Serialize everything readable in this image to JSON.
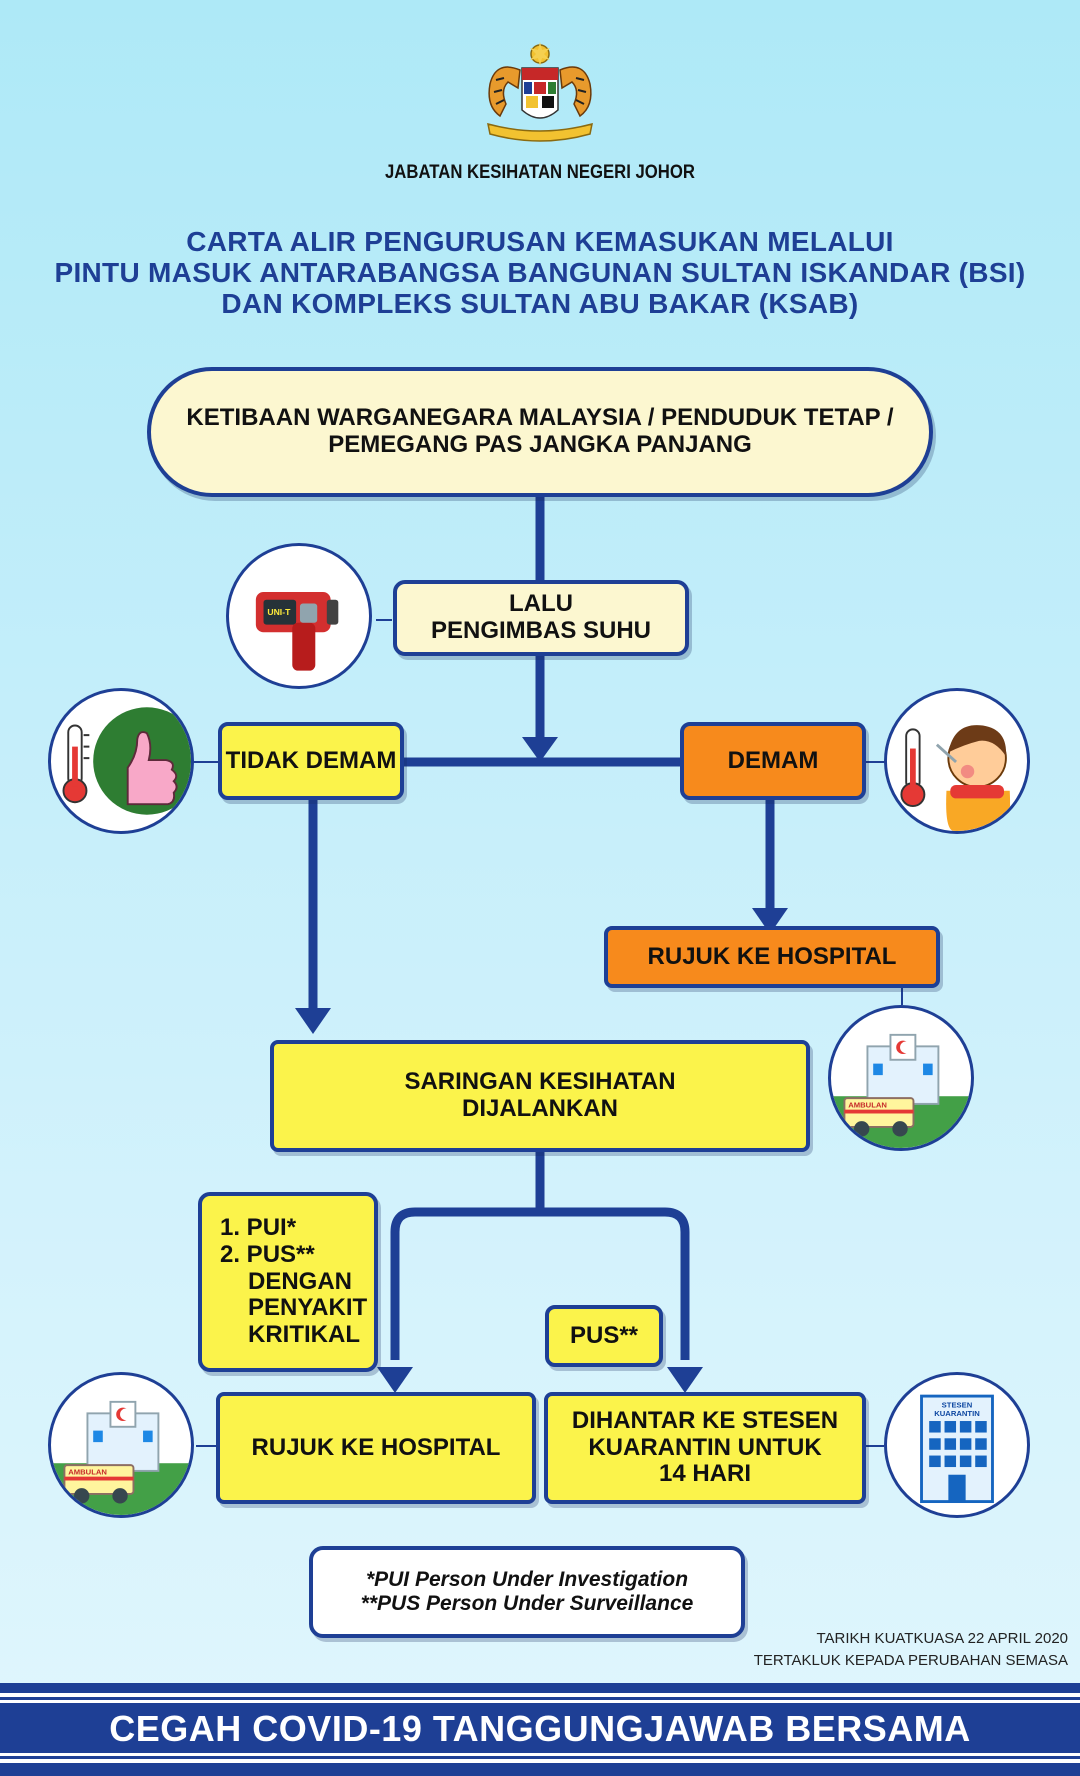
{
  "header": {
    "org_name": "JABATAN KESIHATAN NEGERI JOHOR",
    "title_lines": [
      "CARTA ALIR PENGURUSAN KEMASUKAN MELALUI",
      "PINTU MASUK ANTARABANGSA BANGUNAN SULTAN ISKANDAR (BSI)",
      "DAN KOMPLEKS SULTAN ABU BAKAR (KSAB)"
    ]
  },
  "flow": {
    "arrival": [
      "KETIBAAN WARGANEGARA MALAYSIA / PENDUDUK TETAP /",
      "PEMEGANG PAS JANGKA PANJANG"
    ],
    "scanner": [
      "LALU",
      "PENGIMBAS SUHU"
    ],
    "no_fever": "TIDAK DEMAM",
    "fever": "DEMAM",
    "refer_hospital_fever": "RUJUK KE HOSPITAL",
    "screening": [
      "SARINGAN KESIHATAN",
      "DIJALANKAN"
    ],
    "criteria_list": [
      "1. PUI*",
      "2. PUS**",
      "DENGAN",
      "PENYAKIT",
      "KRITIKAL"
    ],
    "pus_label": "PUS**",
    "refer_hospital_final": "RUJUK KE HOSPITAL",
    "quarantine": [
      "DIHANTAR KE STESEN",
      "KUARANTIN UNTUK",
      "14 HARI"
    ]
  },
  "legend": {
    "pui": "*PUI Person Under Investigation",
    "pus": "**PUS Person Under Surveillance"
  },
  "notes": {
    "effective_date": "TARIKH KUATKUASA 22 APRIL 2020",
    "subject_to_change": "TERTAKLUK KEPADA PERUBAHAN SEMASA"
  },
  "footer": {
    "slogan": "CEGAH COVID-19 TANGGUNGJAWAB BERSAMA"
  },
  "illustration_labels": {
    "thermometer_gun": "UNI-T",
    "ambulance": "AMBULAN",
    "quarantine_building": [
      "STESEN",
      "KUARANTIN"
    ]
  },
  "colors": {
    "navy": "#1e3f95",
    "yellow_box": "#fbf34b",
    "orange_box": "#f78a1c",
    "cream_box": "#fcf7d0",
    "background": "#c4eefa"
  }
}
